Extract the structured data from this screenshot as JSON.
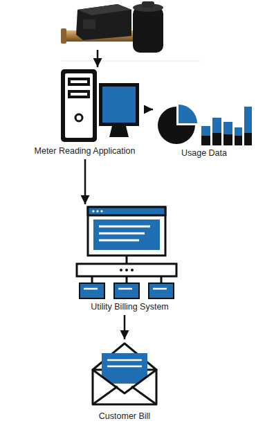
{
  "diagram": {
    "nodes": [
      {
        "text": [
          "Meter Reading Application"
        ]
      },
      {
        "text": [
          "Usage Data"
        ]
      },
      {
        "text": [
          "Utility Billing System"
        ]
      },
      {
        "text": [
          "Customer Bill"
        ]
      }
    ],
    "edges": [
      {
        "from": 0,
        "to": 1,
        "arrow": "to"
      },
      {
        "from": 0,
        "to": 2,
        "arrow": "to"
      },
      {
        "from": 2,
        "to": 3,
        "arrow": "to"
      }
    ]
  }
}
